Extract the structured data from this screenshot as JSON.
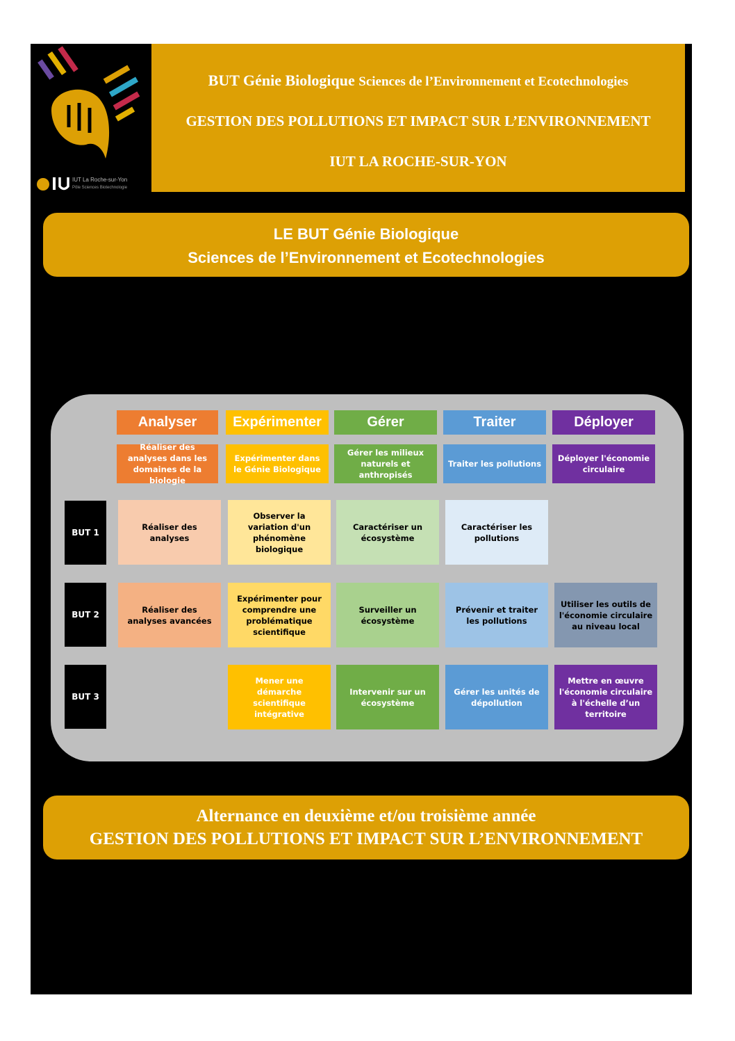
{
  "header": {
    "program_bold": "BUT Génie Biologique",
    "program_specialty": "Sciences de l’Environnement et Ecotechnologies",
    "track": "GESTION DES POLLUTIONS ET IMPACT SUR L’ENVIRONNEMENT",
    "institution": "IUT LA ROCHE-SUR-YON"
  },
  "logo": {
    "caption_line1": "IUT La Roche-sur-Yon",
    "caption_line2": "Pôle Sciences Biotechnologie"
  },
  "banner_top": {
    "line1": "LE BUT Génie Biologique",
    "line2": "Sciences de l’Environnement et Ecotechnologies"
  },
  "competences": [
    {
      "name": "Analyser",
      "desc": "Réaliser des analyses dans les domaines de la biologie",
      "color": "#ed7d31"
    },
    {
      "name": "Expérimenter",
      "desc": "Expérimenter dans le Génie Biologique",
      "color": "#ffc000"
    },
    {
      "name": "Gérer",
      "desc": "Gérer les milieux naturels et anthropisés",
      "color": "#70ad47"
    },
    {
      "name": "Traiter",
      "desc": "Traiter les pollutions",
      "color": "#5b9bd5"
    },
    {
      "name": "Déployer",
      "desc": "Déployer l'économie circulaire",
      "color": "#7030a0"
    }
  ],
  "rows": [
    {
      "label": "BUT 1",
      "cells": [
        "Réaliser des analyses",
        "Observer la variation d'un phénomène biologique",
        "Caractériser un écosystème",
        "Caractériser les pollutions",
        ""
      ]
    },
    {
      "label": "BUT 2",
      "cells": [
        "Réaliser des analyses avancées",
        "Expérimenter pour comprendre une problématique scientifique",
        "Surveiller un écosystème",
        "Prévenir et traiter les pollutions",
        "Utiliser les outils de l'économie circulaire au niveau local"
      ]
    },
    {
      "label": "BUT 3",
      "cells": [
        "",
        "Mener une démarche scientifique intégrative",
        "Intervenir sur un écosystème",
        "Gérer les unités de dépollution",
        "Mettre en œuvre l'économie circulaire à l'échelle d’un territoire"
      ]
    }
  ],
  "banner_bottom": {
    "line1": "Alternance en deuxième et/ou troisième année",
    "line2": "GESTION DES POLLUTIONS ET IMPACT SUR L’ENVIRONNEMENT"
  }
}
